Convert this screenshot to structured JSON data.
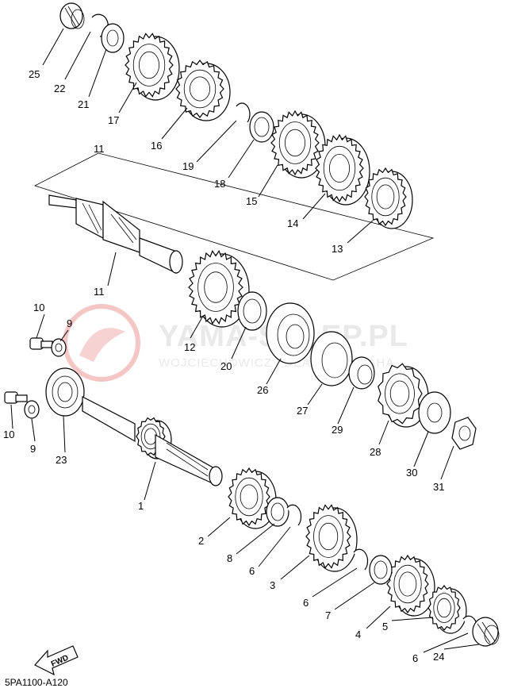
{
  "diagram": {
    "code": "5PA1100-A120",
    "watermark": {
      "main": "YAMA-SKLEP.PL",
      "sub": "WOJCIECHOWICZ | DEALER YAMAHA"
    },
    "fwd_label": "FWD",
    "callouts": [
      {
        "id": "c25",
        "label": "25"
      },
      {
        "id": "c22",
        "label": "22"
      },
      {
        "id": "c21",
        "label": "21"
      },
      {
        "id": "c17",
        "label": "17"
      },
      {
        "id": "c16",
        "label": "16"
      },
      {
        "id": "c19",
        "label": "19"
      },
      {
        "id": "c18",
        "label": "18"
      },
      {
        "id": "c15",
        "label": "15"
      },
      {
        "id": "c14",
        "label": "14"
      },
      {
        "id": "c13",
        "label": "13"
      },
      {
        "id": "c11a",
        "label": "11"
      },
      {
        "id": "c11b",
        "label": "11"
      },
      {
        "id": "c10a",
        "label": "10"
      },
      {
        "id": "c9a",
        "label": "9"
      },
      {
        "id": "c12",
        "label": "12"
      },
      {
        "id": "c20",
        "label": "20"
      },
      {
        "id": "c26",
        "label": "26"
      },
      {
        "id": "c27",
        "label": "27"
      },
      {
        "id": "c29",
        "label": "29"
      },
      {
        "id": "c28",
        "label": "28"
      },
      {
        "id": "c30",
        "label": "30"
      },
      {
        "id": "c31",
        "label": "31"
      },
      {
        "id": "c10b",
        "label": "10"
      },
      {
        "id": "c9b",
        "label": "9"
      },
      {
        "id": "c23",
        "label": "23"
      },
      {
        "id": "c1",
        "label": "1"
      },
      {
        "id": "c2",
        "label": "2"
      },
      {
        "id": "c8",
        "label": "8"
      },
      {
        "id": "c6a",
        "label": "6"
      },
      {
        "id": "c3",
        "label": "3"
      },
      {
        "id": "c6b",
        "label": "6"
      },
      {
        "id": "c7",
        "label": "7"
      },
      {
        "id": "c4",
        "label": "4"
      },
      {
        "id": "c5",
        "label": "5"
      },
      {
        "id": "c6c",
        "label": "6"
      },
      {
        "id": "c24",
        "label": "24"
      }
    ]
  }
}
